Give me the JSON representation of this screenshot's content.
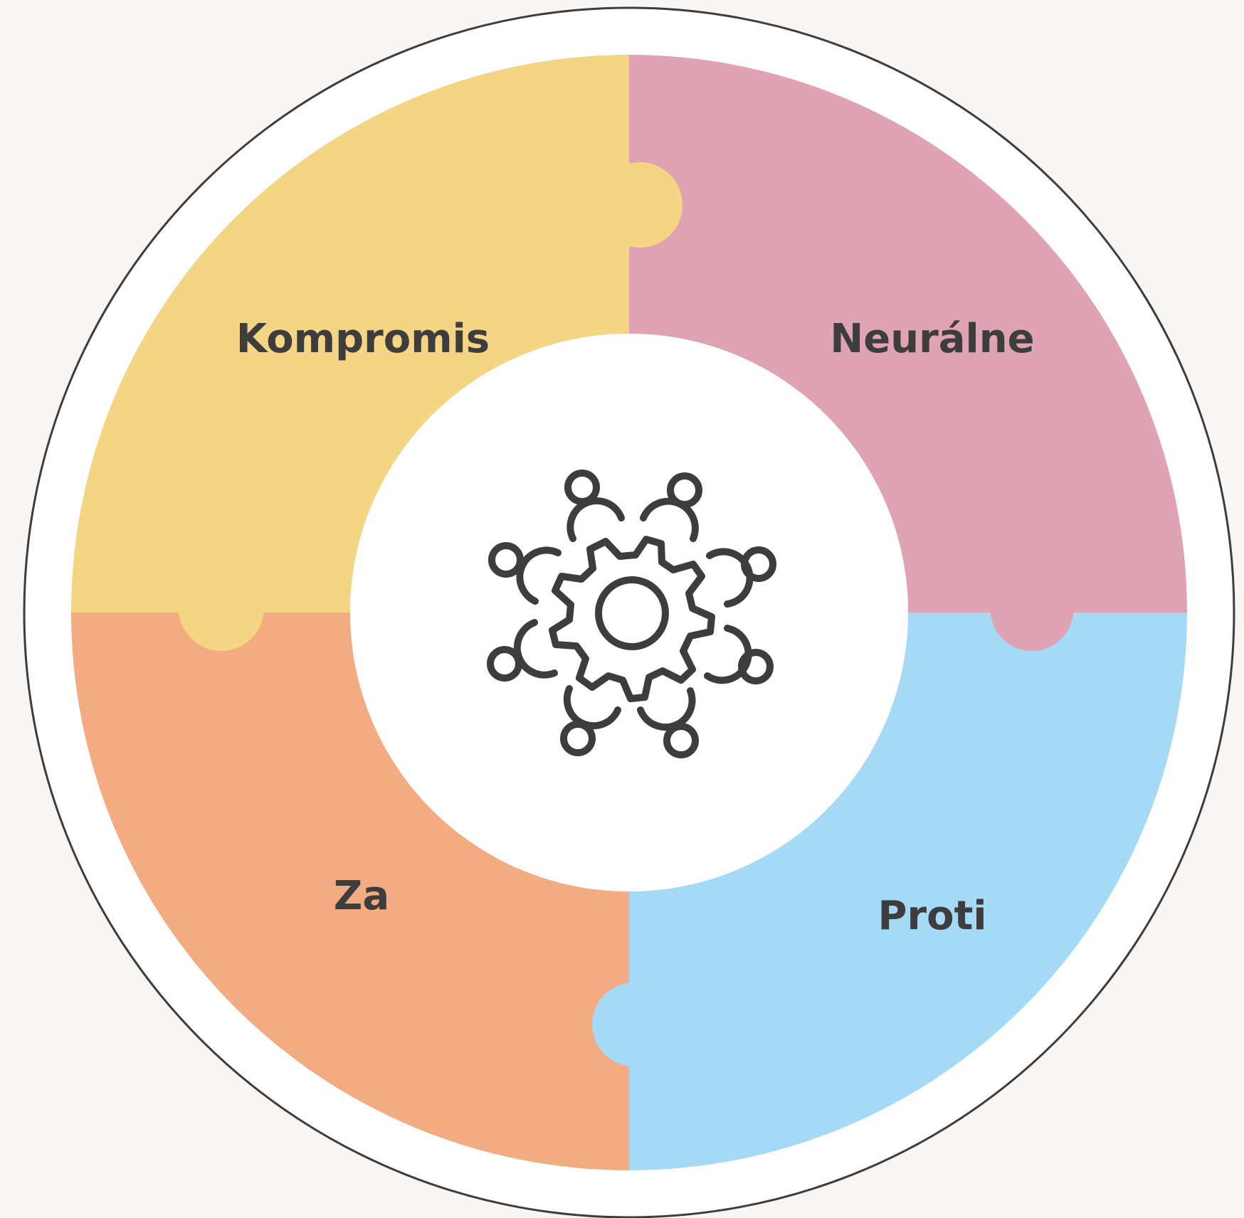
{
  "diagram": {
    "segments": [
      {
        "id": "kompromis",
        "label": "Kompromis",
        "color": "#f4d584"
      },
      {
        "id": "neuralne",
        "label": "Neurálne",
        "color": "#dfa3b4"
      },
      {
        "id": "za",
        "label": "Za",
        "color": "#f3ac82"
      },
      {
        "id": "proti",
        "label": "Proti",
        "color": "#a4daf5"
      }
    ],
    "center_icon": "team-gear-icon",
    "outline_color": "#3d3d3d",
    "center_color": "#ffffff"
  }
}
